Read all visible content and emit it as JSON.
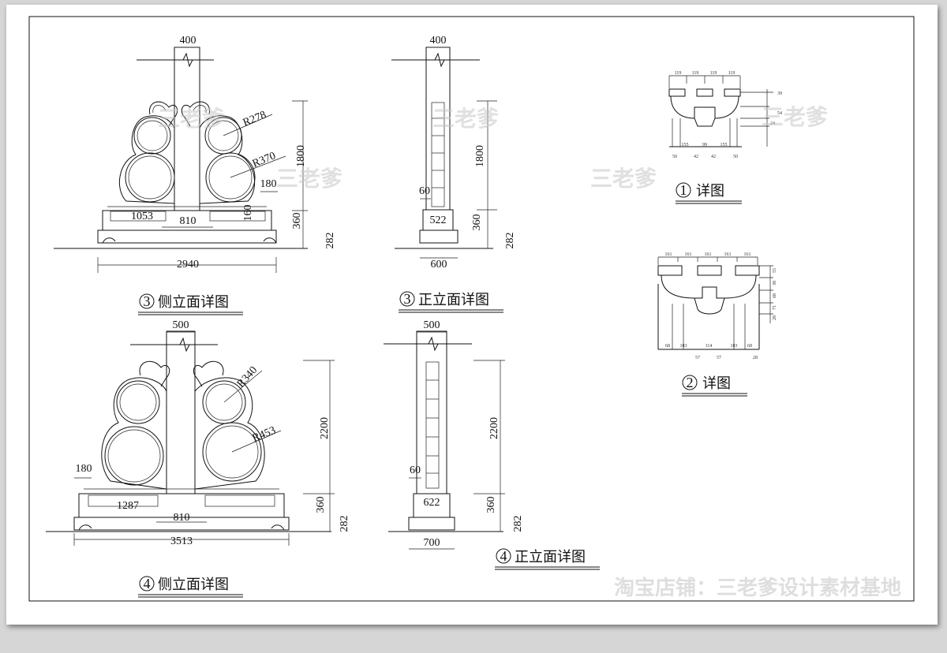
{
  "views": {
    "side3": {
      "title_num": "3",
      "title_text": "侧立面详图",
      "dims": {
        "top_width": "400",
        "height": "1800",
        "base_height": "360",
        "plinth_height": "282",
        "base_width": "2940",
        "r_small": "R278",
        "r_large": "R370",
        "offset": "180",
        "inner_width": "1053",
        "center_width": "810",
        "step": "160"
      }
    },
    "front3": {
      "title_num": "3",
      "title_text": "正立面详图",
      "dims": {
        "top_width": "400",
        "height": "1800",
        "base_height": "360",
        "plinth_height": "282",
        "base_width": "600",
        "inset": "60",
        "inner_width": "522"
      }
    },
    "side4": {
      "title_num": "4",
      "title_text": "侧立面详图",
      "dims": {
        "top_width": "500",
        "height": "2200",
        "base_height": "360",
        "plinth_height": "282",
        "base_width": "3513",
        "r_small": "R340",
        "r_large": "R453",
        "offset": "180",
        "inner_width": "1287",
        "center_width": "810"
      }
    },
    "front4": {
      "title_num": "4",
      "title_text": "正立面详图",
      "dims": {
        "top_width": "500",
        "height": "2200",
        "base_height": "360",
        "plinth_height": "282",
        "base_width": "700",
        "inset": "60",
        "inner_width": "622"
      }
    },
    "detail1": {
      "title_num": "1",
      "title_text": "详图",
      "top_dims": [
        "119",
        "119",
        "119",
        "119"
      ],
      "mid_dims": [
        "155",
        "99",
        "155"
      ],
      "bottom_dims": [
        "50",
        "42",
        "42",
        "50"
      ],
      "right_dims": [
        "39",
        "54",
        "24"
      ]
    },
    "detail2": {
      "title_num": "2",
      "title_text": "详图",
      "top_dims": [
        "161",
        "161",
        "161",
        "161",
        "161"
      ],
      "mid_dims": [
        "68",
        "183",
        "114",
        "183",
        "68"
      ],
      "bottom_dims": [
        "57",
        "57",
        "28"
      ],
      "right_dims": [
        "55",
        "38",
        "68",
        "71",
        "28"
      ]
    }
  },
  "watermarks": [
    "三老爹",
    "三老爹",
    "三老爹",
    "三老爹"
  ],
  "shop_label": "淘宝店铺：三老爹设计素材基地"
}
